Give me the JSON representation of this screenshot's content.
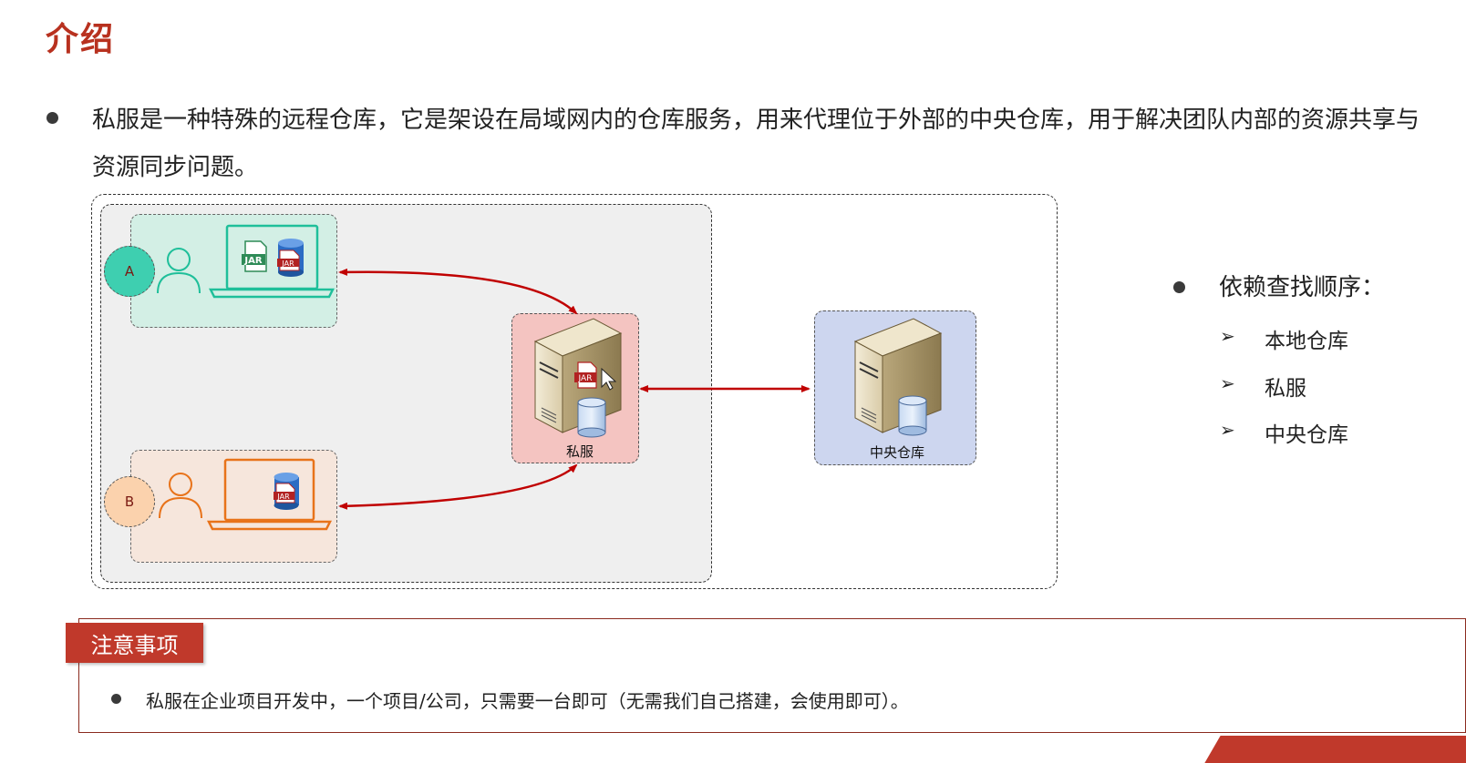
{
  "title": "介绍",
  "intro": {
    "text": "私服是一种特殊的远程仓库，它是架设在局域网内的仓库服务，用来代理位于外部的中央仓库，用于解决团队内部的资源共享与资源同步问题。"
  },
  "diagram": {
    "user_a_label": "A",
    "user_b_label": "B",
    "jar_label": "JAR",
    "private_server_label": "私服",
    "central_repo_label": "中央仓库"
  },
  "lookup": {
    "title": "依赖查找顺序：",
    "items": [
      "本地仓库",
      "私服",
      "中央仓库"
    ]
  },
  "note": {
    "tag": "注意事项",
    "text": "私服在企业项目开发中，一个项目/公司，只需要一台即可（无需我们自己搭建，会使用即可）。"
  },
  "colors": {
    "title_red": "#b8311f",
    "arrow_red": "#c00000",
    "user_a_green": "#1fbf9a",
    "user_b_orange": "#e8731a",
    "note_tag_red": "#c0392b"
  },
  "icons": [
    "user-icon",
    "laptop-icon",
    "jar-file-icon",
    "database-icon",
    "server-icon",
    "cursor-icon"
  ]
}
